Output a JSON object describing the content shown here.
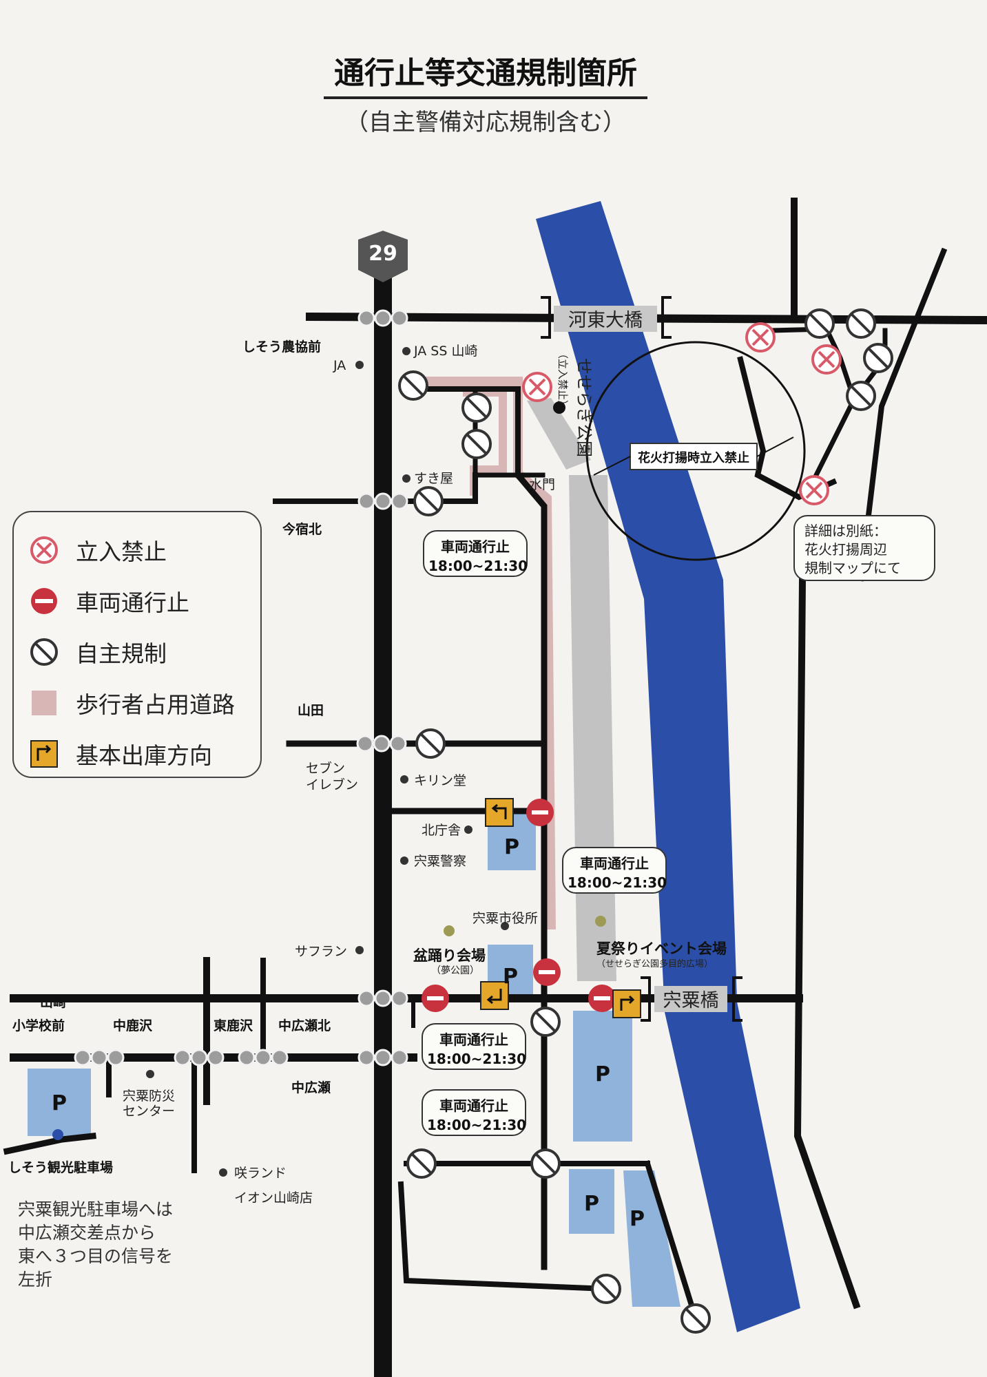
{
  "title": "通行止等交通規制箇所",
  "subtitle": "（自主警備対応規制含む）",
  "route_number": "29",
  "legend": {
    "items": [
      {
        "label": "立入禁止",
        "icon": "no-entry-x-icon"
      },
      {
        "label": "車両通行止",
        "icon": "no-vehicle-icon"
      },
      {
        "label": "自主規制",
        "icon": "self-restriction-icon"
      },
      {
        "label": "歩行者占用道路",
        "icon": "pedestrian-road-swatch"
      },
      {
        "label": "基本出庫方向",
        "icon": "exit-direction-icon"
      }
    ]
  },
  "colors": {
    "river": "#2b4fa8",
    "road": "#111111",
    "pedestrian": "#d9b6b6",
    "promenade": "#c0c0c0",
    "parking": "#8fb3db",
    "exit_sign": "#e5a72a",
    "no_entry": "#d85a68",
    "no_vehicle": "#c8323f"
  },
  "bridges": {
    "north": "河東大橋",
    "south": "宍粟橋"
  },
  "places": {
    "shisou_noukyou_mae": "しそう農協前",
    "ja": "JA",
    "ja_ss": "JA SS 山崎",
    "seseragi_park": "せせらぎ公園",
    "tachiiri_kinshi": "（立入禁止）",
    "sukiya": "すき屋",
    "suimon": "水門",
    "imajuku_kita": "今宿北",
    "yamada": "山田",
    "seven": "セブン\nイレブン",
    "kirindo": "キリン堂",
    "kita_chousha": "北庁舎",
    "police": "宍粟警察",
    "city_hall": "宍粟市役所",
    "bon_odori": "盆踊り会場",
    "yume_koen": "（夢公園）",
    "natsumatsuri": "夏祭りイベント会場",
    "natsumatsuri_sub": "（せせらぎ公園多目的広場）",
    "saffron": "サフラン",
    "yamasaki": "山崎",
    "shogakko_mae": "小学校前",
    "naka_kanosawa": "中鹿沢",
    "higashi_kanosawa": "東鹿沢",
    "naka_hirose_kita": "中広瀬北",
    "naka_hirose": "中広瀬",
    "bousai_center": "宍粟防災\nセンター",
    "kanko_parking": "しそう観光駐車場",
    "sakiland": "咲ランド",
    "aeon": "イオン山崎店",
    "hanabi": "花火打揚時立入禁止"
  },
  "parking_label": "P",
  "notes": {
    "vehicle_closed": "車両通行止",
    "time": "18:00~21:30",
    "detail": "詳細は別紙：\n花火打揚周辺\n規制マップにて",
    "parking_directions": "宍粟観光駐車場へは\n中広瀬交差点から\n東へ３つ目の信号を\n左折"
  }
}
